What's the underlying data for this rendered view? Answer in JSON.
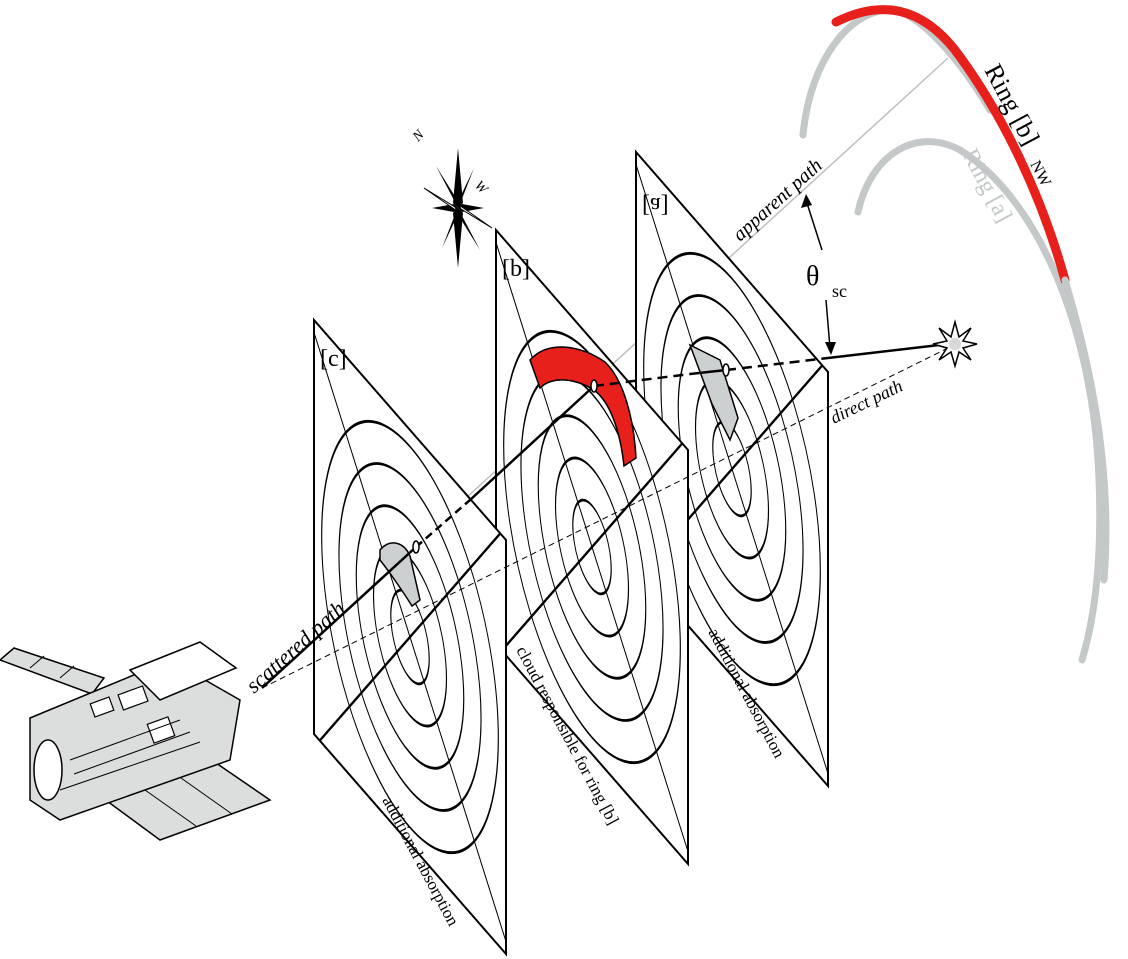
{
  "labels": {
    "apparent_path": "apparent path",
    "direct_path": "direct path",
    "scattered_path": "scattered path",
    "theta": "θ",
    "theta_sub": "sc",
    "ring_b": "Ring [b]",
    "ring_b_sub": "NW",
    "ring_a": "Ring [a]",
    "panel_a": "[a]",
    "panel_b": "[b]",
    "panel_c": "[c]",
    "caption_a": "additional absorption",
    "caption_b": "cloud responsible for ring [b]",
    "caption_c": "additional absorption",
    "compass_n": "N",
    "compass_w": "W"
  },
  "colors": {
    "ring_b": "#e8201c",
    "ring_a": "#c4c8c8",
    "highlight_gray": "#cdd0d0",
    "spacecraft_fill": "#dcdede"
  },
  "icons": {
    "compass": "compass-rose-icon",
    "star": "star-source-icon",
    "spacecraft": "hubble-telescope-icon"
  }
}
